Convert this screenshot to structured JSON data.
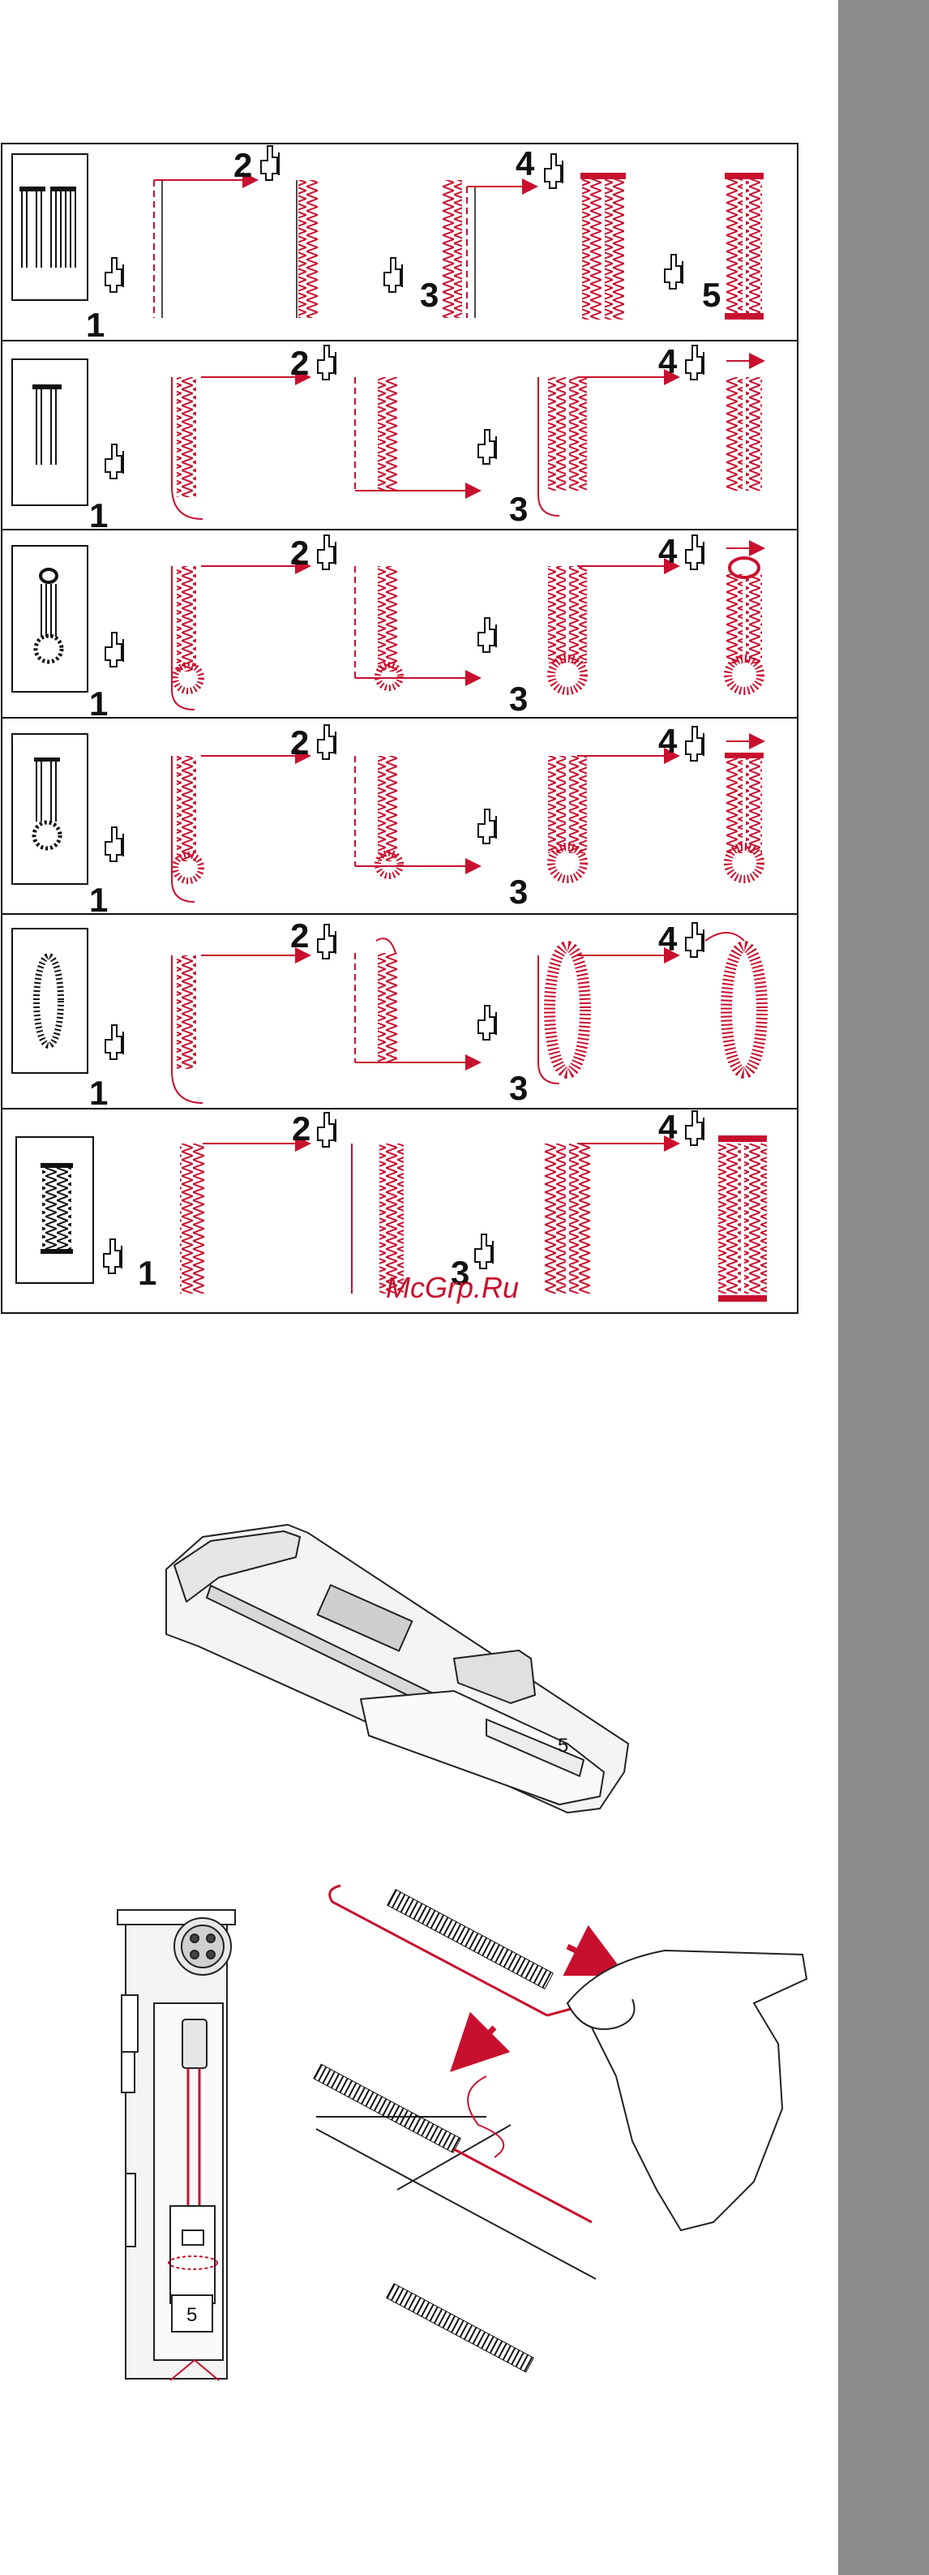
{
  "step_numbers": {
    "row1": [
      "1",
      "2",
      "3",
      "4",
      "5"
    ],
    "row2": [
      "1",
      "2",
      "3",
      "4"
    ],
    "row3": [
      "1",
      "2",
      "3",
      "4"
    ],
    "row4": [
      "1",
      "2",
      "3",
      "4"
    ],
    "row5": [
      "1",
      "2",
      "3",
      "4"
    ],
    "row6": [
      "1",
      "2",
      "3",
      "4"
    ]
  },
  "watermark": "McGrp.Ru",
  "presser_foot_plate_number": "5",
  "sensor_foot_plate_number": "5",
  "colors": {
    "stitch": "#c8102e",
    "outline": "#111111",
    "sidebar": "#8c8b8b"
  },
  "icons": [
    "buttonhole-pattern-icon",
    "presser-foot-icon",
    "button-icon",
    "hand-icon",
    "arrow-icon"
  ]
}
